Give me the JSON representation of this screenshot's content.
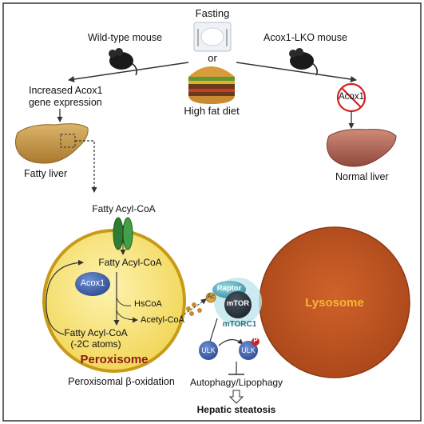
{
  "scenario": {
    "fasting": "Fasting",
    "or": "or",
    "high_fat_diet": "High fat diet"
  },
  "wild_type": {
    "mouse_label": "Wild-type mouse",
    "expression_line1": "Increased Acox1",
    "expression_line2": "gene expression",
    "liver_label": "Fatty liver"
  },
  "knockout": {
    "mouse_label": "Acox1-LKO mouse",
    "crossed_gene": "Acox1",
    "liver_label": "Normal liver"
  },
  "peroxisome": {
    "name": "Peroxisome",
    "outer_substrate": "Fatty Acyl-CoA",
    "inner_substrate": "Fatty Acyl-CoA",
    "enzyme": "Acox1",
    "cofactor": "HsCoA",
    "product": "Acetyl-CoA",
    "shortened_line1": "Fatty Acyl-CoA",
    "shortened_line2": "(-2C atoms)",
    "process": "Peroxisomal β-oxidation"
  },
  "mtorc1": {
    "ac_label": "Ac",
    "raptor": "Raptor",
    "mtor": "mTOR",
    "complex": "mTORC1"
  },
  "signaling": {
    "ulk_left": "ULK",
    "ulk_right": "ULK",
    "phospho": "P",
    "autophagy": "Autophagy/Lipophagy",
    "outcome": "Hepatic steatosis"
  },
  "lysosome": {
    "name": "Lysosome"
  },
  "colors": {
    "peroxisome_fill": "#f6e27a",
    "peroxisome_edge": "#c79a18",
    "peroxisome_text": "#8b1a1a",
    "lysosome_fill": "#c2571b",
    "lysosome_text": "#f2b736",
    "enzyme_blue": "#3d5ea8",
    "mtor_teal": "#4aa3b3",
    "transporter_green": "#2e7d32",
    "fatty_liver": "#c49a4a",
    "normal_liver": "#b06a5a",
    "prohibit_red": "#d42020",
    "phospho_red": "#d42020",
    "frame": "#333333"
  },
  "icons": [
    "mouse-icon",
    "plate-icon",
    "burger-icon",
    "liver-icon",
    "prohibition-icon",
    "transporter-icon"
  ]
}
